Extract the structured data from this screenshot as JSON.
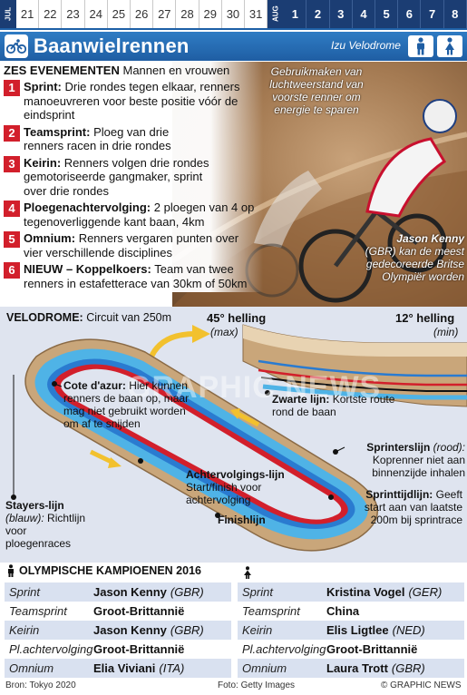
{
  "calendar": {
    "month_jul": "JUL",
    "month_aug": "AUG",
    "jul_days": [
      "21",
      "22",
      "23",
      "24",
      "25",
      "26",
      "27",
      "28",
      "29",
      "30",
      "31"
    ],
    "aug_days": [
      "1",
      "2",
      "3",
      "4",
      "5",
      "6",
      "7",
      "8"
    ],
    "active_color": "#1b3d73"
  },
  "header": {
    "title": "Baanwielrennen",
    "venue": "Izu Velodrome",
    "sport_icon": "cyclist-icon",
    "gender_icons": [
      "male-icon",
      "female-icon"
    ],
    "accent": "#2f7cc4"
  },
  "events": {
    "heading_bold": "Zes evenementen",
    "heading_rest": "Mannen en vrouwen",
    "items": [
      {
        "num": "1",
        "name": "Sprint:",
        "desc": "Drie rondes tegen elkaar, renners manoeuvreren voor beste positie vóór de eindsprint"
      },
      {
        "num": "2",
        "name": "Teamsprint:",
        "desc": "Ploeg van drie renners racen in drie rondes"
      },
      {
        "num": "3",
        "name": "Keirin:",
        "desc": "Renners volgen drie rondes gemotoriseerde gangmaker, sprint over drie rondes"
      },
      {
        "num": "4",
        "name": "Ploegenachtervolging:",
        "desc": "2 ploegen van 4 op tegenoverliggende kant baan, 4km"
      },
      {
        "num": "5",
        "name": "Omnium:",
        "desc": "Renners vergaren punten over vier verschillende disciplines"
      },
      {
        "num": "6",
        "name": "NIEUW – Koppelkoers:",
        "desc": "Team van twee renners in estafetterace van 30km of 50km"
      }
    ],
    "number_color": "#d21f2b"
  },
  "photo": {
    "caption": "Gebruikmaken van luchtweerstand van voorste renner om energie te sparen",
    "kenny_name": "Jason Kenny",
    "kenny_text": "(GBR) kan de meest gedecoreerde Britse Olympiër worden"
  },
  "velodrome": {
    "label_bold": "Velodrome:",
    "label_rest": "Circuit van 250m",
    "bank45": "45° helling",
    "bank45_sub": "(max)",
    "bank12": "12° helling",
    "bank12_sub": "(min)",
    "watermark": "GRAPHIC NEWS",
    "notes": {
      "cote_title": "Cote d'azur:",
      "cote_text": "Hier kunnen renners de baan op, maar mag niet gebruikt worden om af te snijden",
      "zwart_title": "Zwarte lijn:",
      "zwart_text": "Kortste route rond de baan",
      "sprinter_title": "Sprinterslijn",
      "sprinter_color_word": "(rood):",
      "sprinter_text": "Koprenner niet aan binnenzijde inhalen",
      "achter_title": "Achtervolgings-lijn",
      "achter_text": "Start/finish voor achtervolging",
      "finish_title": "Finishlijn",
      "stayers_title": "Stayers-lijn",
      "stayers_color_word": "(blauw):",
      "stayers_text": "Richtlijn voor ploegenraces",
      "spt_title": "Sprinttijdlijn:",
      "spt_text": "Geeft start aan van laatste 200m bij sprintrace"
    },
    "colors": {
      "track": "#c9a67a",
      "cote": "#4fb3e6",
      "red_line": "#d21f2b",
      "blue_line": "#2a7bd0",
      "arrow": "#f2c12e"
    }
  },
  "champions": {
    "heading": "Olympische kampioenen 2016",
    "men": [
      {
        "disc": "Sprint",
        "name": "Jason Kenny",
        "nat": "(GBR)"
      },
      {
        "disc": "Teamsprint",
        "name": "Groot-Brittannië",
        "nat": ""
      },
      {
        "disc": "Keirin",
        "name": "Jason Kenny",
        "nat": "(GBR)"
      },
      {
        "disc": "Pl.achtervolging",
        "name": "Groot-Brittannië",
        "nat": ""
      },
      {
        "disc": "Omnium",
        "name": "Elia Viviani",
        "nat": "(ITA)"
      }
    ],
    "women": [
      {
        "disc": "Sprint",
        "name": "Kristina Vogel",
        "nat": "(GER)"
      },
      {
        "disc": "Teamsprint",
        "name": "China",
        "nat": ""
      },
      {
        "disc": "Keirin",
        "name": "Elis Ligtlee",
        "nat": "(NED)"
      },
      {
        "disc": "Pl.achtervolging",
        "name": "Groot-Brittannië",
        "nat": ""
      },
      {
        "disc": "Omnium",
        "name": "Laura Trott",
        "nat": "(GBR)"
      }
    ]
  },
  "footer": {
    "source": "Bron: Tokyo 2020",
    "photo": "Foto: Getty Images",
    "copyright": "© GRAPHIC NEWS"
  }
}
